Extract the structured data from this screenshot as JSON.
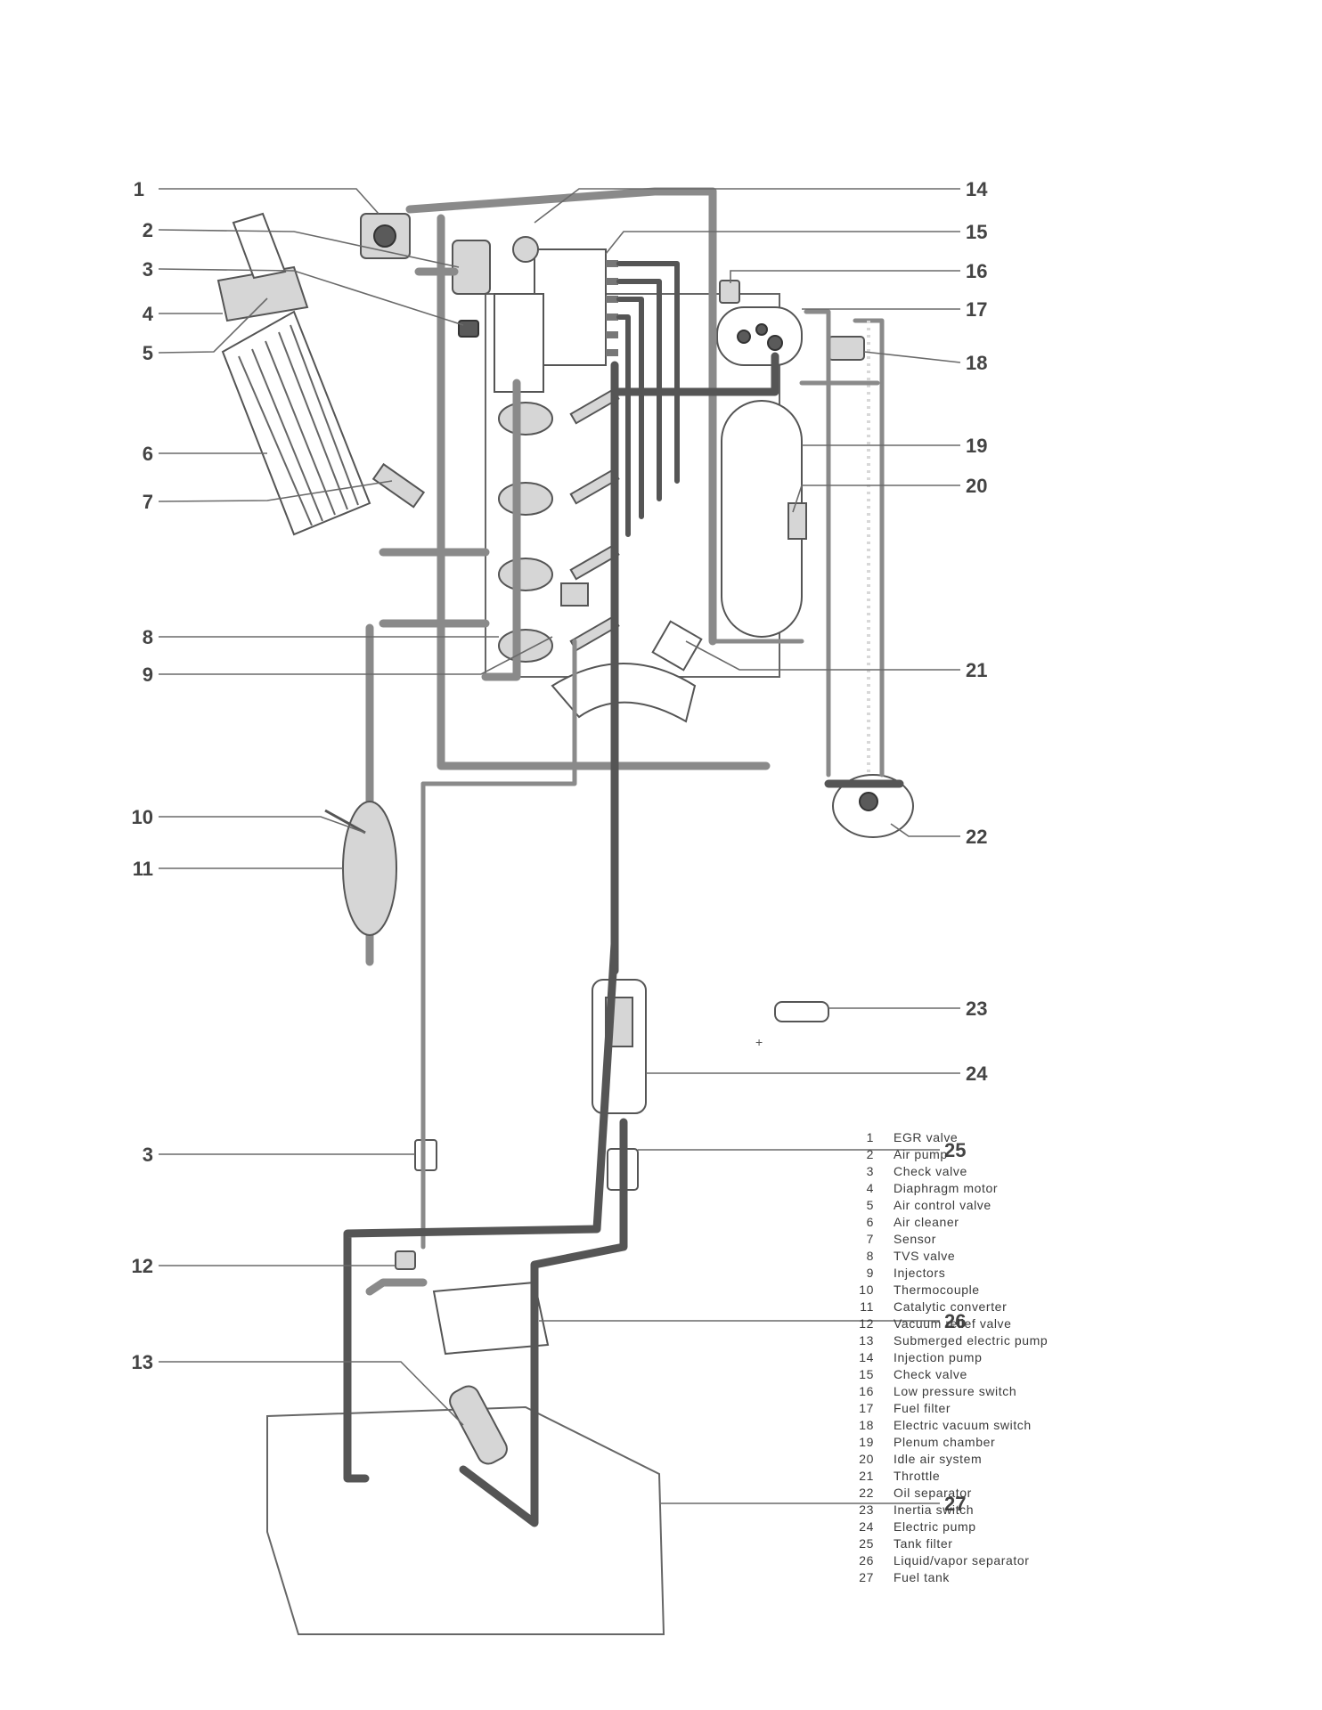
{
  "callouts": [
    {
      "id": "1",
      "side": "left"
    },
    {
      "id": "2",
      "side": "left"
    },
    {
      "id": "3",
      "side": "left"
    },
    {
      "id": "4",
      "side": "left"
    },
    {
      "id": "5",
      "side": "left"
    },
    {
      "id": "6",
      "side": "left"
    },
    {
      "id": "7",
      "side": "left"
    },
    {
      "id": "8",
      "side": "left"
    },
    {
      "id": "9",
      "side": "left"
    },
    {
      "id": "10",
      "side": "left"
    },
    {
      "id": "11",
      "side": "left"
    },
    {
      "id": "3",
      "side": "left"
    },
    {
      "id": "12",
      "side": "left"
    },
    {
      "id": "13",
      "side": "left"
    },
    {
      "id": "14",
      "side": "right"
    },
    {
      "id": "15",
      "side": "right"
    },
    {
      "id": "16",
      "side": "right"
    },
    {
      "id": "17",
      "side": "right"
    },
    {
      "id": "18",
      "side": "right"
    },
    {
      "id": "19",
      "side": "right"
    },
    {
      "id": "20",
      "side": "right"
    },
    {
      "id": "21",
      "side": "right"
    },
    {
      "id": "22",
      "side": "right"
    },
    {
      "id": "23",
      "side": "right"
    },
    {
      "id": "24",
      "side": "right"
    },
    {
      "id": "25",
      "side": "right"
    },
    {
      "id": "26",
      "side": "right"
    },
    {
      "id": "27",
      "side": "right"
    }
  ],
  "legend": [
    {
      "num": "1",
      "label": "EGR valve"
    },
    {
      "num": "2",
      "label": "Air pump"
    },
    {
      "num": "3",
      "label": "Check valve"
    },
    {
      "num": "4",
      "label": "Diaphragm motor"
    },
    {
      "num": "5",
      "label": "Air control valve"
    },
    {
      "num": "6",
      "label": "Air cleaner"
    },
    {
      "num": "7",
      "label": "Sensor"
    },
    {
      "num": "8",
      "label": "TVS valve"
    },
    {
      "num": "9",
      "label": "Injectors"
    },
    {
      "num": "10",
      "label": "Thermocouple"
    },
    {
      "num": "11",
      "label": "Catalytic converter"
    },
    {
      "num": "12",
      "label": "Vacuum relief valve"
    },
    {
      "num": "13",
      "label": "Submerged electric pump"
    },
    {
      "num": "14",
      "label": "Injection pump"
    },
    {
      "num": "15",
      "label": "Check valve"
    },
    {
      "num": "16",
      "label": "Low pressure switch"
    },
    {
      "num": "17",
      "label": "Fuel filter"
    },
    {
      "num": "18",
      "label": "Electric vacuum switch"
    },
    {
      "num": "19",
      "label": "Plenum chamber"
    },
    {
      "num": "20",
      "label": "Idle air system"
    },
    {
      "num": "21",
      "label": "Throttle"
    },
    {
      "num": "22",
      "label": "Oil separator"
    },
    {
      "num": "23",
      "label": "Inertia switch"
    },
    {
      "num": "24",
      "label": "Electric pump"
    },
    {
      "num": "25",
      "label": "Tank filter"
    },
    {
      "num": "26",
      "label": "Liquid/vapor separator"
    },
    {
      "num": "27",
      "label": "Fuel tank"
    }
  ],
  "inertia_switch_polarity": "+",
  "colors": {
    "ink": "#444444",
    "hose": "#8a8a8a",
    "fuel_line": "#555555",
    "paper": "#ffffff"
  }
}
